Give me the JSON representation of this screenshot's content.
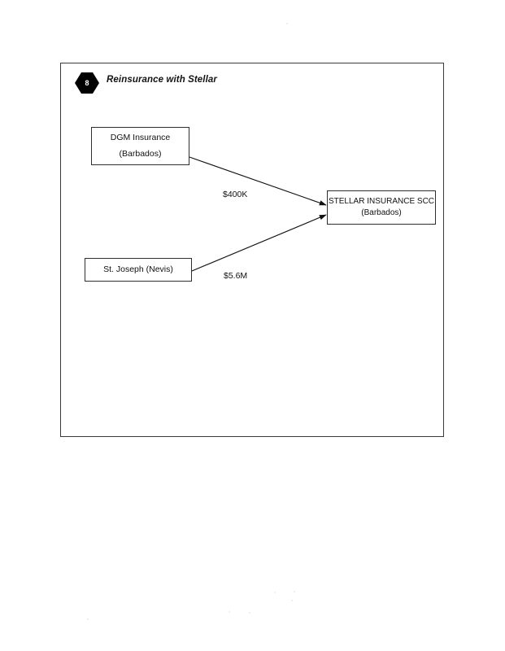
{
  "page": {
    "background_color": "#ffffff",
    "frame_border_color": "#3a3a3a"
  },
  "slide": {
    "badge": {
      "shape": "hexagon",
      "number": "8",
      "fill_color": "#000000",
      "text_color": "#ffffff"
    },
    "title": "Reinsurance with Stellar"
  },
  "diagram": {
    "type": "flow",
    "nodes": [
      {
        "id": "dgm",
        "line1": "DGM Insurance",
        "line2": "(Barbados)"
      },
      {
        "id": "stjoseph",
        "line1": "St. Joseph (Nevis)",
        "line2": ""
      },
      {
        "id": "stellar",
        "line1": "STELLAR INSURANCE SCC",
        "line2": "(Barbados)"
      }
    ],
    "edges": [
      {
        "id": "dgm-to-stellar",
        "from": "dgm",
        "to": "stellar",
        "label": "$400K",
        "arrowhead": "solid-triangle"
      },
      {
        "id": "stjoseph-to-stellar",
        "from": "stjoseph",
        "to": "stellar",
        "label": "$5.6M",
        "arrowhead": "solid-triangle"
      }
    ],
    "line_color": "#1a1a1a"
  }
}
